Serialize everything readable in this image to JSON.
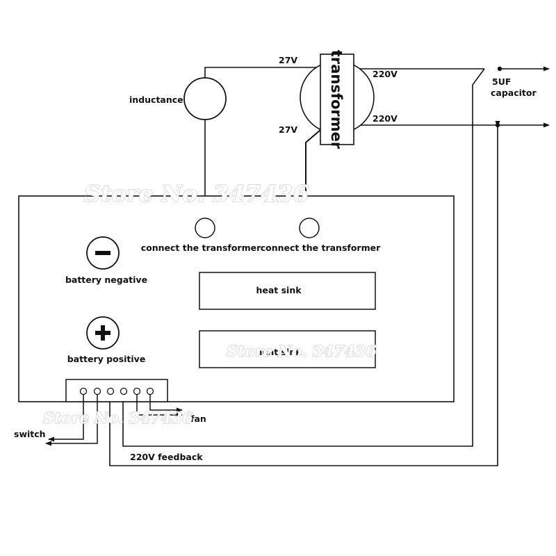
{
  "labels": {
    "v27_top": "27V",
    "v27_bottom": "27V",
    "v220_top": "220V",
    "v220_bottom": "220V",
    "transformer": "transformer",
    "inductance": "inductance",
    "capacitor_value": "5UF",
    "capacitor_label": "capacitor",
    "connect_left": "connect the transformer",
    "connect_right": "connect the transformer",
    "battery_negative": "battery negative",
    "battery_positive": "battery positive",
    "minus_symbol": "−",
    "plus_symbol": "+",
    "heat_sink_top": "heat sink",
    "heat_sink_bottom": "heat sink",
    "fan": "fan",
    "switch": "switch",
    "feedback": "220V feedback"
  },
  "watermark": {
    "text_1": "Store No. 347436",
    "text_2": "Store No. 347436",
    "text_3": "Store No. 347436"
  },
  "connector": {
    "pin_count": 6
  },
  "colors": {
    "line": "#111111",
    "background": "#ffffff",
    "watermark_outline": "#c8c8c8"
  }
}
